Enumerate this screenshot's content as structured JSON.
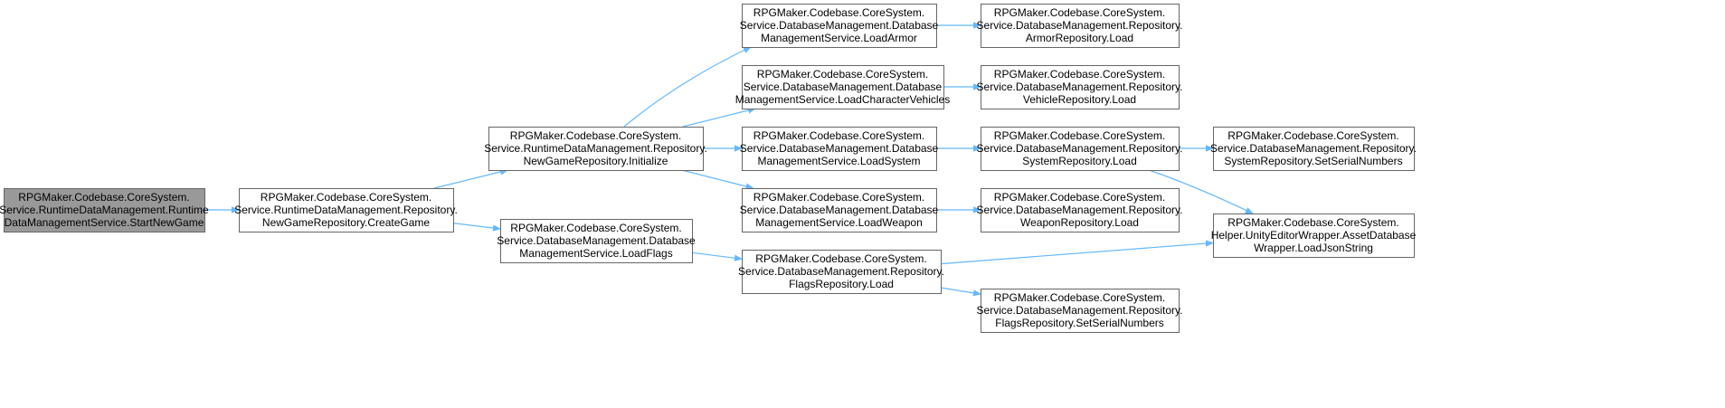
{
  "nodes": [
    {
      "id": "n0",
      "lines": [
        "RPGMaker.Codebase.CoreSystem.",
        "Service.RuntimeDataManagement.Runtime",
        "DataManagementService.StartNewGame"
      ],
      "root": true
    },
    {
      "id": "n1",
      "lines": [
        "RPGMaker.Codebase.CoreSystem.",
        "Service.RuntimeDataManagement.Repository.",
        "NewGameRepository.CreateGame"
      ]
    },
    {
      "id": "n2",
      "lines": [
        "RPGMaker.Codebase.CoreSystem.",
        "Service.RuntimeDataManagement.Repository.",
        "NewGameRepository.Initialize"
      ]
    },
    {
      "id": "n3",
      "lines": [
        "RPGMaker.Codebase.CoreSystem.",
        "Service.DatabaseManagement.Database",
        "ManagementService.LoadFlags"
      ]
    },
    {
      "id": "n4",
      "lines": [
        "RPGMaker.Codebase.CoreSystem.",
        "Service.DatabaseManagement.Database",
        "ManagementService.LoadArmor"
      ]
    },
    {
      "id": "n5",
      "lines": [
        "RPGMaker.Codebase.CoreSystem.",
        "Service.DatabaseManagement.Database",
        "ManagementService.LoadCharacterVehicles"
      ]
    },
    {
      "id": "n6",
      "lines": [
        "RPGMaker.Codebase.CoreSystem.",
        "Service.DatabaseManagement.Database",
        "ManagementService.LoadSystem"
      ]
    },
    {
      "id": "n7",
      "lines": [
        "RPGMaker.Codebase.CoreSystem.",
        "Service.DatabaseManagement.Database",
        "ManagementService.LoadWeapon"
      ]
    },
    {
      "id": "n8",
      "lines": [
        "RPGMaker.Codebase.CoreSystem.",
        "Service.DatabaseManagement.Repository.",
        "FlagsRepository.Load"
      ]
    },
    {
      "id": "n9",
      "lines": [
        "RPGMaker.Codebase.CoreSystem.",
        "Service.DatabaseManagement.Repository.",
        "ArmorRepository.Load"
      ]
    },
    {
      "id": "n10",
      "lines": [
        "RPGMaker.Codebase.CoreSystem.",
        "Service.DatabaseManagement.Repository.",
        "VehicleRepository.Load"
      ]
    },
    {
      "id": "n11",
      "lines": [
        "RPGMaker.Codebase.CoreSystem.",
        "Service.DatabaseManagement.Repository.",
        "SystemRepository.Load"
      ]
    },
    {
      "id": "n12",
      "lines": [
        "RPGMaker.Codebase.CoreSystem.",
        "Service.DatabaseManagement.Repository.",
        "WeaponRepository.Load"
      ]
    },
    {
      "id": "n13",
      "lines": [
        "RPGMaker.Codebase.CoreSystem.",
        "Service.DatabaseManagement.Repository.",
        "FlagsRepository.SetSerialNumbers"
      ]
    },
    {
      "id": "n14",
      "lines": [
        "RPGMaker.Codebase.CoreSystem.",
        "Service.DatabaseManagement.Repository.",
        "SystemRepository.SetSerialNumbers"
      ]
    },
    {
      "id": "n15",
      "lines": [
        "RPGMaker.Codebase.CoreSystem.",
        "Helper.UnityEditorWrapper.AssetDatabase",
        "Wrapper.LoadJsonString"
      ]
    }
  ],
  "edges": [
    {
      "from": "n0",
      "to": "n1"
    },
    {
      "from": "n1",
      "to": "n2"
    },
    {
      "from": "n1",
      "to": "n3"
    },
    {
      "from": "n2",
      "to": "n4"
    },
    {
      "from": "n2",
      "to": "n5"
    },
    {
      "from": "n2",
      "to": "n6"
    },
    {
      "from": "n2",
      "to": "n7"
    },
    {
      "from": "n3",
      "to": "n8"
    },
    {
      "from": "n4",
      "to": "n9"
    },
    {
      "from": "n5",
      "to": "n10"
    },
    {
      "from": "n6",
      "to": "n11"
    },
    {
      "from": "n7",
      "to": "n12"
    },
    {
      "from": "n8",
      "to": "n13"
    },
    {
      "from": "n8",
      "to": "n15"
    },
    {
      "from": "n11",
      "to": "n14"
    },
    {
      "from": "n11",
      "to": "n15"
    }
  ],
  "colors": {
    "edge": "#63b8ff",
    "root_fill": "#999999",
    "border": "#666666"
  }
}
